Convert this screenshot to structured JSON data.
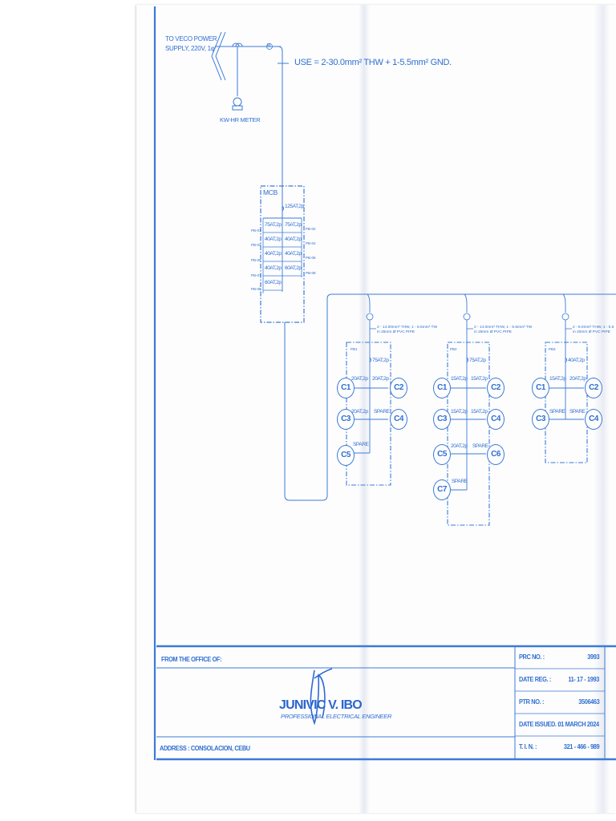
{
  "supply": {
    "label_line1": "TO VECO POWER",
    "label_line2": "SUPPLY, 220V, 1φ",
    "meter_label": "KW-HR METER",
    "feeder_spec": "USE  = 2-30.0mm² THW + 1-5.5mm² GND."
  },
  "mcb_panel": {
    "title": "MCB",
    "main_breaker": "125AT,2p",
    "breakers": [
      {
        "left_id": "PB-01",
        "left": "75AT,2p",
        "right": "75AT,2p",
        "right_id": "PB-02"
      },
      {
        "left_id": "PB-03",
        "left": "40AT,2p",
        "right": "40AT,2p",
        "right_id": "PB-04"
      },
      {
        "left_id": "PB-05",
        "left": "40AT,2p",
        "right": "40AT,2p",
        "right_id": "PB-06"
      },
      {
        "left_id": "PB-07",
        "left": "40AT,2p",
        "right": "60AT,2p",
        "right_id": "PB-08"
      },
      {
        "left_id": "PB-09",
        "left": "60AT,2p",
        "right": "",
        "right_id": ""
      }
    ]
  },
  "panels": [
    {
      "id": "PB1",
      "feeder_line1": "2 - 14.00mm² THW, 1 - 5.5mm² TW",
      "feeder_line2": "in 25mm Ø PVC PIPE",
      "main": "75AT,2p",
      "circuits": [
        {
          "left": "C1",
          "left_cb": "20AT,2p",
          "right_cb": "20AT,2p",
          "right": "C2"
        },
        {
          "left": "C3",
          "left_cb": "20AT,2p",
          "right_cb": "SPARE",
          "right": "C4"
        },
        {
          "left": "C5",
          "left_cb": "SPARE",
          "right_cb": "",
          "right": ""
        }
      ]
    },
    {
      "id": "PB2",
      "feeder_line1": "2 - 14.0mm² THW, 1 - 5.5mm² TW",
      "feeder_line2": "in 25mm Ø PVC PIPE",
      "main": "75AT,2p",
      "circuits": [
        {
          "left": "C1",
          "left_cb": "15AT,2p",
          "right_cb": "15AT,2p",
          "right": "C2"
        },
        {
          "left": "C3",
          "left_cb": "15AT,2p",
          "right_cb": "15AT,2p",
          "right": "C4"
        },
        {
          "left": "C5",
          "left_cb": "20AT,2p",
          "right_cb": "SPARE",
          "right": "C6"
        },
        {
          "left": "C7",
          "left_cb": "SPARE",
          "right_cb": "",
          "right": ""
        }
      ]
    },
    {
      "id": "PB3",
      "feeder_line1": "2 - 8.0mm² THW, 1 - 5.5",
      "feeder_line2": "in 20mm Ø PVC PIPE",
      "main": "40AT,2p",
      "circuits": [
        {
          "left": "C1",
          "left_cb": "15AT,2p",
          "right_cb": "20AT,2p",
          "right": "C2"
        },
        {
          "left": "C3",
          "left_cb": "SPARE",
          "right_cb": "SPARE",
          "right": "C4"
        }
      ]
    }
  ],
  "meter_symbol": "M",
  "title_block": {
    "from_label": "FROM THE OFFICE OF:",
    "engineer_name": "JUNIVIC V. IBO",
    "engineer_title": "PROFESSIONAL ELECTRICAL ENGINEER",
    "address": "ADDRESS :  CONSOLACION, CEBU",
    "fields": [
      {
        "label": "PRC NO. :",
        "value": "3993"
      },
      {
        "label": "DATE REG. :",
        "value": "11- 17 - 1993"
      },
      {
        "label": "PTR NO. :",
        "value": "3506463"
      },
      {
        "label": "DATE ISSUED. :",
        "value": "01 MARCH 2024"
      },
      {
        "label": "T. I. N. :",
        "value": "321 - 466 - 989"
      }
    ]
  },
  "colors": {
    "ink": "#2f6fd0",
    "line": "#3c7bd6",
    "paper": "#fdfdfe"
  }
}
